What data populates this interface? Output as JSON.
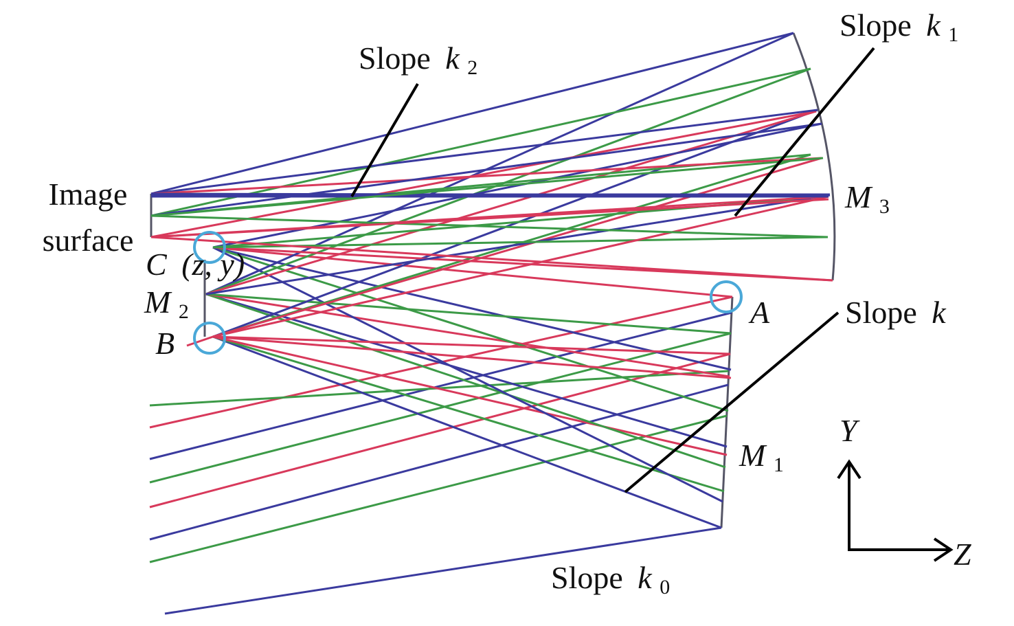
{
  "labels": {
    "image_surface_line1": "Image",
    "image_surface_line2": "surface",
    "slope_word": "Slope",
    "k": "k",
    "sub_0": "0",
    "sub_1": "1",
    "sub_2": "2",
    "sub_3": "3",
    "m": "M",
    "point_a": "A",
    "point_b": "B",
    "point_c_prefix": "C",
    "point_c_coords": "(z, y)",
    "axis_y": "Y",
    "axis_z": "Z"
  },
  "colors": {
    "ray_blue": "#3a3a9e",
    "ray_green": "#3c9a47",
    "ray_red": "#d8395b",
    "mirror": "#555566",
    "marker_circle": "#4aa8d8",
    "annotation": "#000000",
    "background": "#ffffff"
  },
  "legend_note": ""
}
